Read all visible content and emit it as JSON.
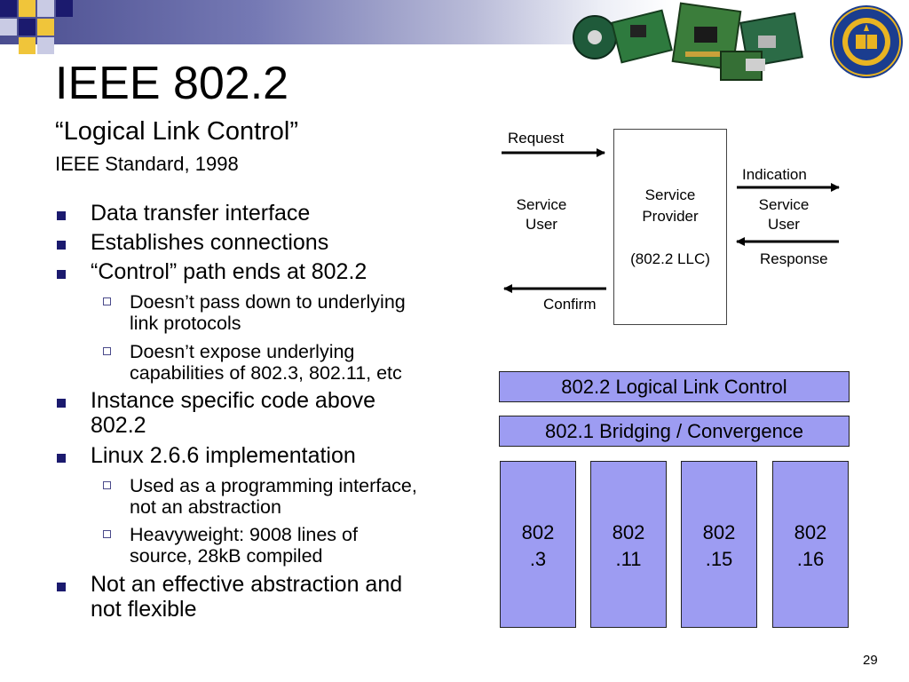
{
  "slide": {
    "title": "IEEE 802.2",
    "subtitle": "“Logical Link Control”",
    "standard": "IEEE Standard, 1998",
    "page_number": "29"
  },
  "bullets": [
    {
      "text": "Data transfer interface",
      "children": []
    },
    {
      "text": "Establishes connections",
      "children": []
    },
    {
      "text": "“Control” path ends at 802.2",
      "children": [
        {
          "lines": [
            "Doesn’t pass down to underlying",
            "link protocols"
          ]
        },
        {
          "lines": [
            "Doesn’t expose underlying",
            "capabilities of 802.3, 802.11, etc"
          ]
        }
      ]
    },
    {
      "lines": [
        "Instance specific code above",
        "802.2"
      ],
      "children": []
    },
    {
      "text": "Linux 2.6.6 implementation",
      "children": [
        {
          "lines": [
            "Used as a programming interface,",
            "not an abstraction"
          ]
        },
        {
          "lines": [
            "Heavyweight: 9008 lines of",
            "source, 28kB compiled"
          ]
        }
      ]
    },
    {
      "lines": [
        "Not an effective abstraction and",
        "not flexible"
      ],
      "children": []
    }
  ],
  "diagram": {
    "request": "Request",
    "confirm": "Confirm",
    "indication": "Indication",
    "response": "Response",
    "service_user_left": [
      "Service",
      "User"
    ],
    "service_user_right": [
      "Service",
      "User"
    ],
    "provider": [
      "Service",
      "Provider",
      "(802.2 LLC)"
    ]
  },
  "stack": {
    "llc": "802.2 Logical Link Control",
    "bridging": "802.1 Bridging / Convergence",
    "columns": [
      {
        "top": "802",
        "bottom": ".3"
      },
      {
        "top": "802",
        "bottom": ".11"
      },
      {
        "top": "802",
        "bottom": ".15"
      },
      {
        "top": "802",
        "bottom": ".16"
      }
    ]
  },
  "colors": {
    "header_band": "#4a4d8f",
    "square_navy": "#1b1a6e",
    "square_yellow": "#f0c53a",
    "square_light": "#c9cbe4",
    "stack_fill": "#9d9cf2",
    "bullet_marker": "#1b1a6e",
    "seal_blue": "#1b3d8f",
    "seal_gold": "#e9b422"
  }
}
